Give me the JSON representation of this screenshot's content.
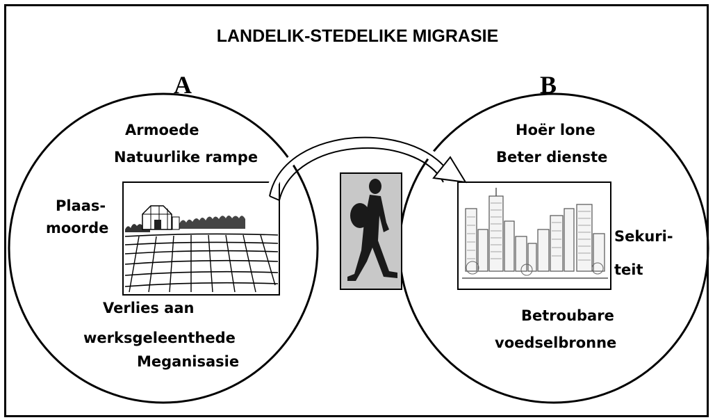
{
  "title": "LANDELIK-STEDELIKE MIGRASIE",
  "circle_a": {
    "letter": "A",
    "labels": {
      "armoede": "Armoede",
      "natuurlike_rampe": "Natuurlike rampe",
      "plaas": "Plaas-",
      "moorde": "moorde",
      "verlies": "Verlies aan",
      "werks": "werksgeleenthede",
      "meganisasie": "Meganisasie"
    }
  },
  "circle_b": {
    "letter": "B",
    "labels": {
      "hoer_lone": "Hoër lone",
      "beter_dienste": "Beter dienste",
      "sekuri": "Sekuri-",
      "teit": "teit",
      "betroubare": "Betroubare",
      "voedselbronne": "voedselbronne"
    }
  },
  "colors": {
    "stroke": "#000000",
    "walker_panel": "#c8c8c8",
    "walker": "#1a1a1a"
  }
}
